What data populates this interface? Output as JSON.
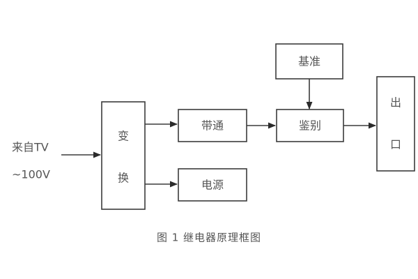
{
  "figure": {
    "caption": "图 1 继电器原理框图",
    "background_color": "#ffffff",
    "line_color": "#3b3b3b",
    "text_color": "#555555"
  },
  "source_label": {
    "line1": "来自TV",
    "line2": "~100V"
  },
  "blocks": {
    "convert": {
      "label_line1": "变",
      "label_line2": "换"
    },
    "bandpass": {
      "label": "带通"
    },
    "power": {
      "label": "电源"
    },
    "reference": {
      "label": "基准"
    },
    "discriminate": {
      "label": "鉴别"
    },
    "output": {
      "label_line1": "出",
      "label_line2": "口"
    }
  },
  "connections": [
    {
      "name": "source-to-convert",
      "from": "来自TV ~100V",
      "to": "变换"
    },
    {
      "name": "convert-to-bandpass",
      "from": "变换",
      "to": "带通"
    },
    {
      "name": "convert-to-power",
      "from": "变换",
      "to": "电源"
    },
    {
      "name": "bandpass-to-discriminate",
      "from": "带通",
      "to": "鉴别"
    },
    {
      "name": "reference-to-discriminate",
      "from": "基准",
      "to": "鉴别"
    },
    {
      "name": "discriminate-to-output",
      "from": "鉴别",
      "to": "出口"
    }
  ]
}
